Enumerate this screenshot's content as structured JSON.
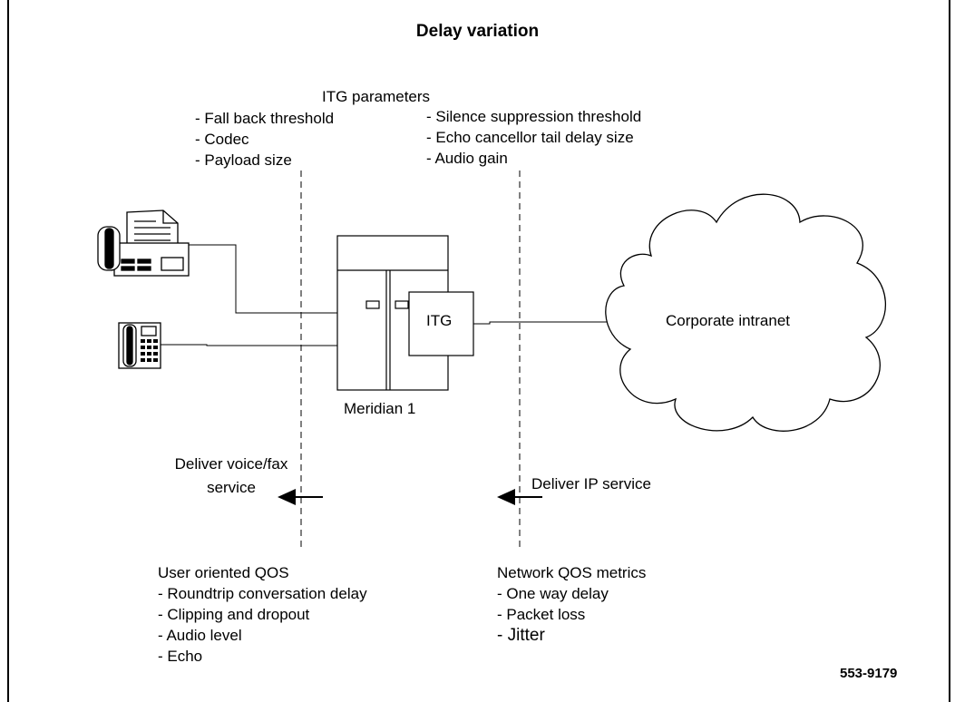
{
  "title": "Delay variation",
  "itg_parameters": {
    "heading": "ITG parameters",
    "left": [
      "- Fall back threshold",
      "- Codec",
      "- Payload size"
    ],
    "right": [
      "- Silence suppression threshold",
      "- Echo cancellor tail delay size",
      "- Audio gain"
    ]
  },
  "equipment": {
    "itg_label": "ITG",
    "switch_label": "Meridian 1",
    "network_label": "Corporate intranet"
  },
  "services": {
    "voice_fax": "Deliver voice/fax\nservice",
    "ip": "Deliver IP service"
  },
  "user_qos": {
    "heading": "User oriented QOS",
    "items": [
      "- Roundtrip conversation delay",
      "- Clipping and dropout",
      "- Audio level",
      "- Echo"
    ]
  },
  "network_qos": {
    "heading": "Network QOS metrics",
    "items": [
      "- One way delay",
      "- Packet loss",
      "- Jitter"
    ]
  },
  "figure_id": "553-9179"
}
